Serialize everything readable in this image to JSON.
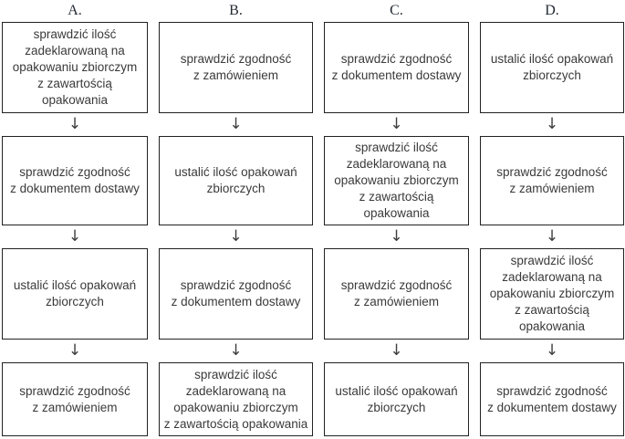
{
  "diagram_title": "",
  "icons": {
    "arrow_down": "↓"
  },
  "colors": {
    "background": "#ffffff",
    "box_border": "#222222",
    "box_text": "#3a3a3a",
    "letter_text": "#232a33",
    "arrow": "#3d3d3d"
  },
  "columns": [
    {
      "label": "A.",
      "steps": [
        "sprawdzić ilość\nzadeklarowaną na\nopakowaniu zbiorczym\nz zawartością\nopakowania",
        "sprawdzić zgodność\nz dokumentem dostawy",
        "ustalić ilość opakowań\nzbiorczych",
        "sprawdzić zgodność\nz zamówieniem"
      ]
    },
    {
      "label": "B.",
      "steps": [
        "sprawdzić zgodność\nz zamówieniem",
        "ustalić ilość opakowań\nzbiorczych",
        "sprawdzić zgodność\nz dokumentem dostawy",
        "sprawdzić ilość\nzadeklarowaną na\nopakowaniu zbiorczym\nz zawartością opakowania"
      ]
    },
    {
      "label": "C.",
      "steps": [
        "sprawdzić zgodność\nz dokumentem dostawy",
        "sprawdzić ilość\nzadeklarowaną na\nopakowaniu zbiorczym\nz zawartością\nopakowania",
        "sprawdzić zgodność\nz zamówieniem",
        "ustalić ilość opakowań\nzbiorczych"
      ]
    },
    {
      "label": "D.",
      "steps": [
        "ustalić ilość opakowań\nzbiorczych",
        "sprawdzić zgodność\nz zamówieniem",
        "sprawdzić ilość\nzadeklarowaną na\nopakowaniu zbiorczym\nz zawartością\nopakowania",
        "sprawdzić zgodność\nz dokumentem dostawy"
      ]
    }
  ]
}
